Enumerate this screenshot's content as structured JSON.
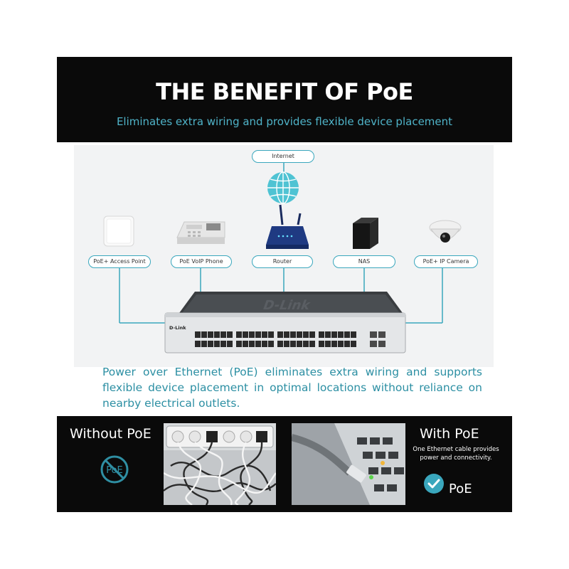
{
  "header": {
    "title": "THE BENEFIT OF PoE",
    "subtitle": "Eliminates extra wiring and provides flexible device placement"
  },
  "diagram": {
    "cloud_label": "Internet",
    "devices": [
      {
        "label": "PoE+ Access Point",
        "icon": "access-point-icon"
      },
      {
        "label": "PoE VoIP Phone",
        "icon": "voip-phone-icon"
      },
      {
        "label": "Router",
        "icon": "router-icon"
      },
      {
        "label": "NAS",
        "icon": "nas-icon"
      },
      {
        "label": "PoE+ IP Camera",
        "icon": "ip-camera-icon"
      }
    ],
    "switch_brand": "D-Link"
  },
  "description": "Power over Ethernet (PoE) eliminates extra wiring and supports flexible device placement in optimal locations without reliance on nearby electrical outlets.",
  "comparison": {
    "without": {
      "title": "Without PoE",
      "icon_text": "PoE"
    },
    "with": {
      "title": "With PoE",
      "description": "One Ethernet cable provides power and connectivity.",
      "badge_text": "PoE"
    }
  },
  "colors": {
    "accent": "#3aa7bd",
    "heading_text": "#ffffff",
    "panel_background": "#0a0a0a",
    "body_text": "#2c8fa3"
  }
}
